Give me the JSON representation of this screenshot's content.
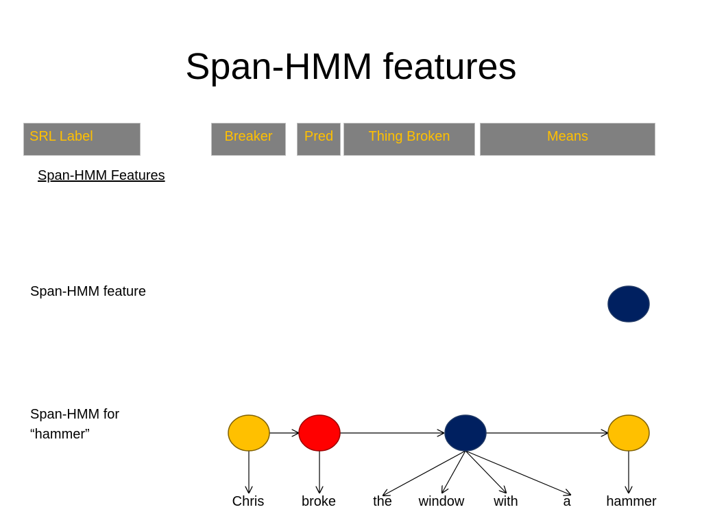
{
  "slide": {
    "title": "Span-HMM features"
  },
  "srl_row": {
    "header": "SRL Label",
    "roles": [
      "Breaker",
      "Pred",
      "Thing Broken",
      "Means"
    ]
  },
  "features_link": "Span-HMM Features",
  "feature_label": "Span-HMM feature",
  "hmm_label": {
    "line1": "Span-HMM for",
    "line2": "“hammer”"
  },
  "sentence": [
    "Chris",
    "broke",
    "the",
    "window",
    "with",
    "a",
    "hammer"
  ],
  "colors": {
    "yellow": "#ffc000",
    "red": "#ff0000",
    "navy": "#002060",
    "box": "#808080"
  }
}
